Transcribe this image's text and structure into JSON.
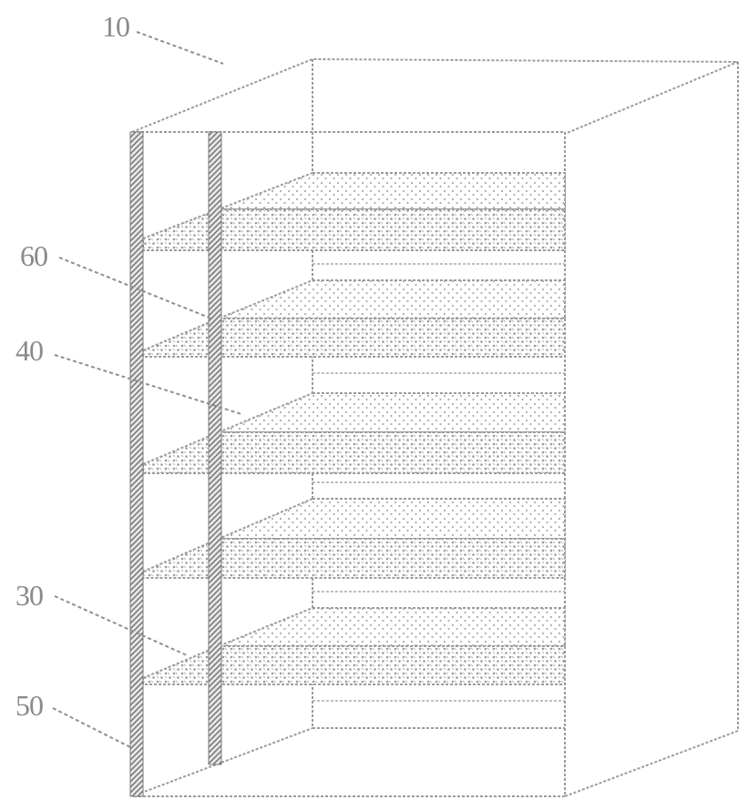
{
  "figure": {
    "labels": {
      "cabinet": "10",
      "shelf": "60",
      "inclined_plate": "40",
      "lower_plate": "30",
      "side_wall": "50"
    }
  }
}
